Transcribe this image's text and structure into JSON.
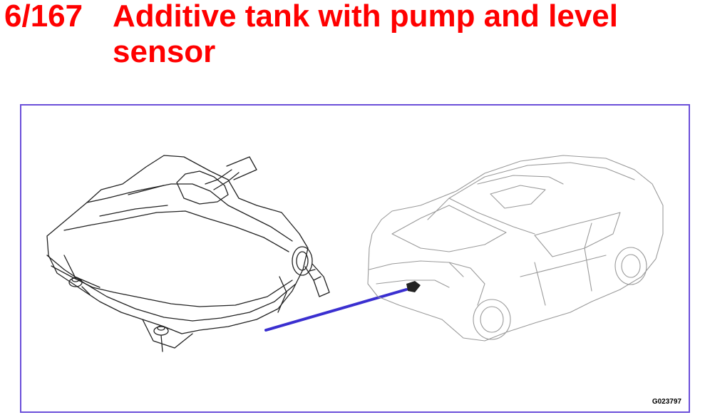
{
  "slide": {
    "number": "6/167",
    "title": "Additive tank with pump and level sensor",
    "accent_color": "#ff0000",
    "frame_color": "#6b4fd9"
  },
  "figure": {
    "code": "G023797",
    "pointer_color": "#3a2fd0"
  }
}
